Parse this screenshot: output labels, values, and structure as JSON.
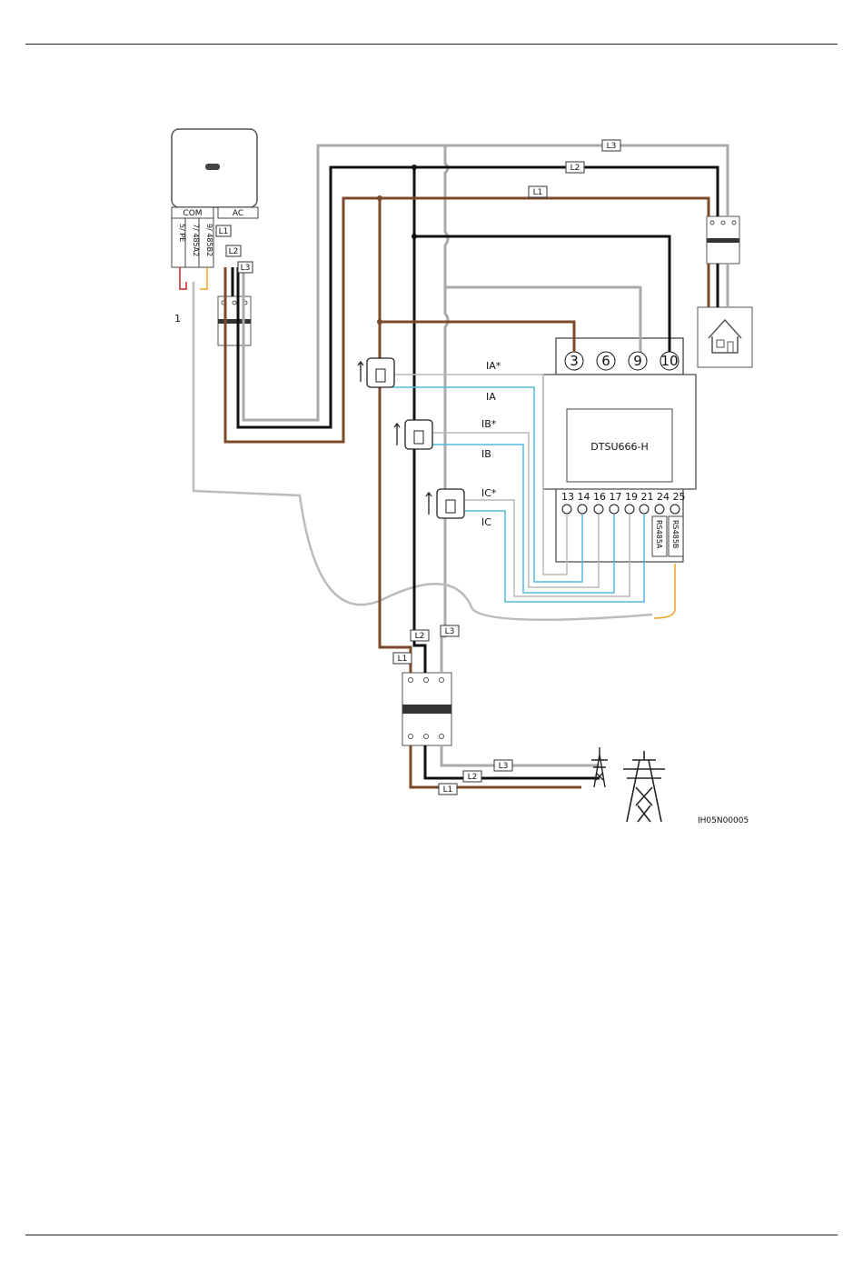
{
  "labels": {
    "com": "COM",
    "ac": "AC",
    "pe": "5/ PE",
    "rs485a2": "7/ 485A2",
    "rs485b2": "9/ 485B2",
    "callout": "1",
    "l1": "L1",
    "l2": "L2",
    "l3": "L3",
    "ia_plus": "IA*",
    "ia": "IA",
    "ib_plus": "IB*",
    "ib": "IB",
    "ic_plus": "IC*",
    "ic": "IC",
    "meter_model": "DTSU666-H",
    "term_3": "3",
    "term_6": "6",
    "term_9": "9",
    "term_10": "10",
    "bottom_terms": "13 14 16 17 19 21 24 25",
    "rs485a": "RS485A",
    "rs485b": "RS485B",
    "figure_id": "IH05N00005"
  },
  "colors": {
    "l1": "#7a4a2a",
    "l2": "#111111",
    "l3": "#aaaaaa",
    "ct_wire": "#55b8e0",
    "ct_return": "#b8b8b8",
    "rs485b_wire": "#f0a020",
    "pe_wire": "#cc2222"
  },
  "icons": [
    "inverter-icon",
    "breaker-icon",
    "house-icon",
    "current-transformer-icon",
    "power-tower-icon"
  ]
}
